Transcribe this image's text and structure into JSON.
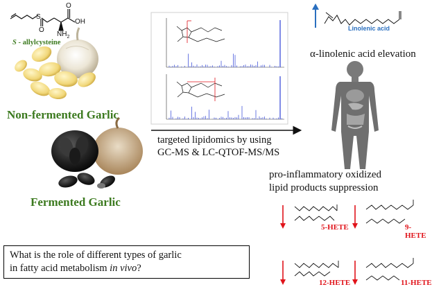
{
  "compound": {
    "name_prefix": "S",
    "name_rest": " - allylcysteine",
    "atoms": {
      "S": "S",
      "O": "O",
      "OH": "OH",
      "NH2": "NH",
      "NH2_sub": "2"
    }
  },
  "labels": {
    "non_fermented": "Non-fermented Garlic",
    "fermented": "Fermented Garlic",
    "method_line1": "targeted lipidomics by using",
    "method_line2": "GC-MS & LC-QTOF-MS/MS",
    "linolenic": "Linolenic acid",
    "elevation": "α-linolenic acid elevation",
    "suppression_line1": "pro-inflammatory oxidized",
    "suppression_line2": "lipid products suppression"
  },
  "hete": [
    {
      "name": "5-HETE"
    },
    {
      "name": "9-HETE"
    },
    {
      "name": "12-HETE"
    },
    {
      "name": "11-HETE"
    }
  ],
  "question": {
    "line1": "What is the role of different types of garlic",
    "line2_start": "in fatty acid metabolism ",
    "line2_italic": "in vivo",
    "line2_end": "?"
  },
  "colors": {
    "garlic_label": "#3c7a1f",
    "up_arrow": "#2a6fbf",
    "down_arrow": "#e0131a",
    "spectrum": "#2b3fd6"
  }
}
